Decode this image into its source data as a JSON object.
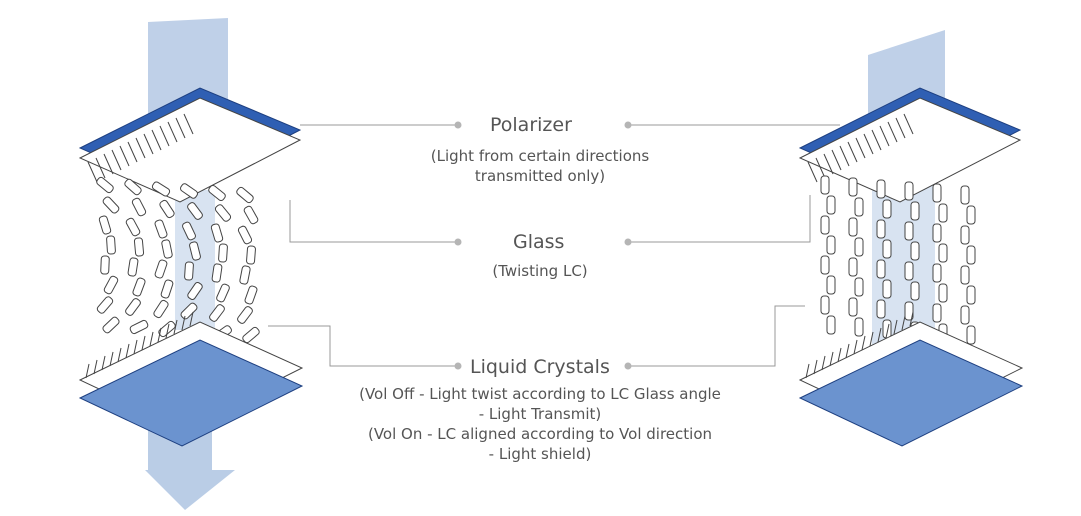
{
  "labels": {
    "polarizer": {
      "title": "Polarizer",
      "lines": [
        "(Light from certain directions",
        "transmitted only)"
      ]
    },
    "glass": {
      "title": "Glass",
      "lines": [
        "(Twisting LC)"
      ]
    },
    "liquid_crystals": {
      "title": "Liquid Crystals",
      "lines": [
        "(Vol Off - Light twist according to LC Glass angle",
        "- Light Transmit)",
        "(Vol On - LC aligned according to Vol direction",
        "- Light shield)"
      ]
    }
  },
  "colors": {
    "polarizer_blue": "#2f5fb3",
    "light_beam": "#a9c0e0",
    "bottom_plate": "#6b93cf",
    "lc_outline": "#444444",
    "callout_line": "#999999"
  }
}
